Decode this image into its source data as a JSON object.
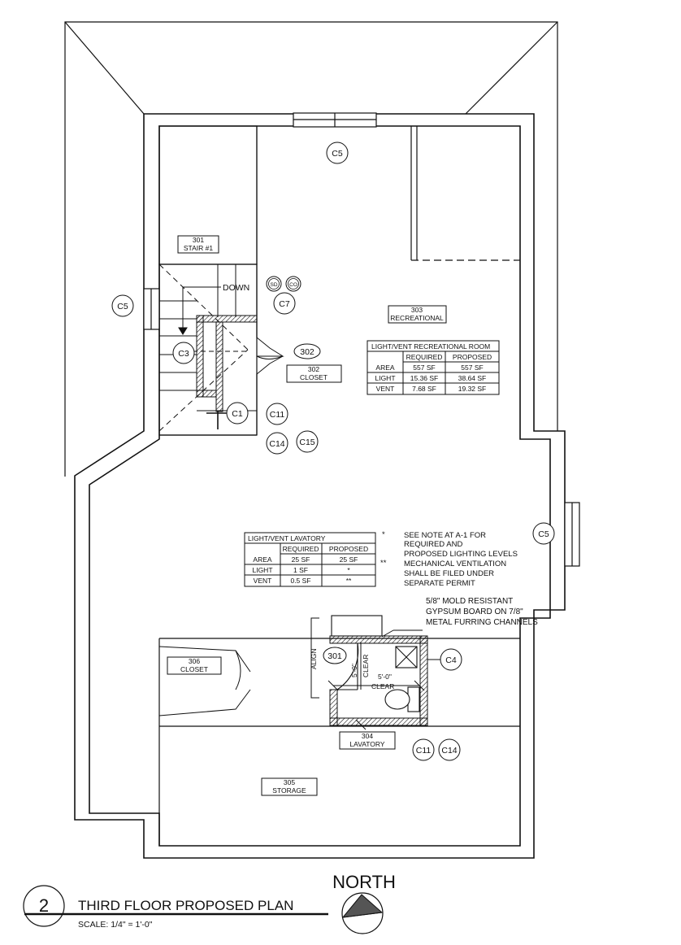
{
  "rooms": {
    "stair": {
      "number": "301",
      "name": "STAIR #1"
    },
    "closet_302": {
      "number": "302",
      "name": "CLOSET"
    },
    "recreational": {
      "number": "303",
      "name": "RECREATIONAL"
    },
    "lavatory": {
      "number": "304",
      "name": "LAVATORY"
    },
    "storage": {
      "number": "305",
      "name": "STORAGE"
    },
    "closet_306": {
      "number": "306",
      "name": "CLOSET"
    }
  },
  "door_tags": {
    "d302": "302",
    "d301": "301"
  },
  "labels": {
    "down": "DOWN",
    "align": "ALIGN",
    "clear_v": "5'-0\"",
    "clear_v_word": "CLEAR",
    "clear_h": "5'-0\"",
    "clear_h_word": "CLEAR",
    "sd": "SD",
    "co": "CO"
  },
  "callouts": {
    "c5_top": "C5",
    "c5_left": "C5",
    "c5_right": "C5",
    "c7": "C7",
    "c3": "C3",
    "c1": "C1",
    "c11_a": "C11",
    "c14_a": "C14",
    "c15": "C15",
    "c4": "C4",
    "c11_b": "C11",
    "c14_b": "C14"
  },
  "recreational_table": {
    "title": "LIGHT/VENT RECREATIONAL ROOM",
    "headers": [
      "",
      "REQUIRED",
      "PROPOSED"
    ],
    "rows": [
      [
        "AREA",
        "557 SF",
        "557 SF"
      ],
      [
        "LIGHT",
        "15.36 SF",
        "38.64 SF"
      ],
      [
        "VENT",
        "7.68 SF",
        "19.32 SF"
      ]
    ]
  },
  "lavatory_table": {
    "title": "LIGHT/VENT LAVATORY",
    "headers": [
      "",
      "REQUIRED",
      "PROPOSED"
    ],
    "rows": [
      [
        "AREA",
        "25 SF",
        "25 SF"
      ],
      [
        "LIGHT",
        "1 SF",
        "*"
      ],
      [
        "VENT",
        "0.5 SF",
        "**"
      ]
    ]
  },
  "notes": {
    "star1": "*",
    "note1": [
      "SEE NOTE AT A-1 FOR",
      "REQUIRED AND",
      "PROPOSED LIGHTING LEVELS"
    ],
    "star2": "**",
    "note2": [
      "MECHANICAL VENTILATION",
      "SHALL BE FILED UNDER",
      "SEPARATE PERMIT"
    ],
    "gypsum": [
      "5/8\" MOLD RESISTANT",
      "GYPSUM BOARD ON 7/8\"",
      "METAL FURRING CHANNELS"
    ]
  },
  "title_block": {
    "number": "2",
    "title": "THIRD FLOOR PROPOSED PLAN",
    "scale": "SCALE: 1/4\" = 1'-0\"",
    "north": "NORTH"
  }
}
